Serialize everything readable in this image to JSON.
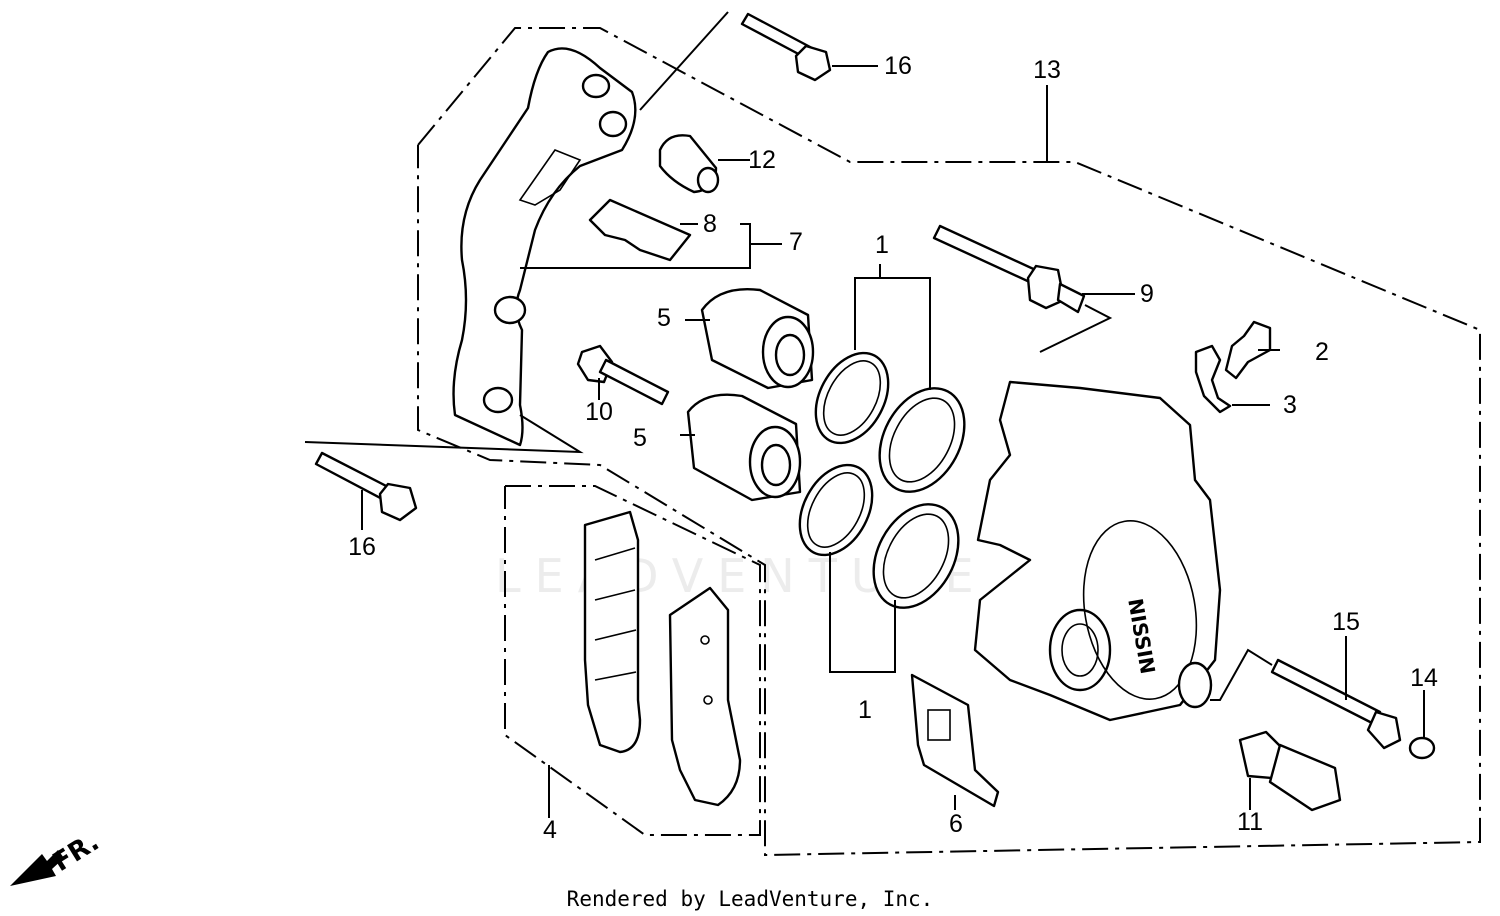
{
  "footer": "Rendered by LeadVenture, Inc.",
  "watermark": "LEADVENTURE",
  "direction_label": "FR.",
  "callouts": [
    {
      "id": "1a",
      "text": "1"
    },
    {
      "id": "1b",
      "text": "1"
    },
    {
      "id": "2",
      "text": "2"
    },
    {
      "id": "3",
      "text": "3"
    },
    {
      "id": "4",
      "text": "4"
    },
    {
      "id": "5a",
      "text": "5"
    },
    {
      "id": "5b",
      "text": "5"
    },
    {
      "id": "6",
      "text": "6"
    },
    {
      "id": "7",
      "text": "7"
    },
    {
      "id": "8",
      "text": "8"
    },
    {
      "id": "9",
      "text": "9"
    },
    {
      "id": "10",
      "text": "10"
    },
    {
      "id": "11",
      "text": "11"
    },
    {
      "id": "12",
      "text": "12"
    },
    {
      "id": "13",
      "text": "13"
    },
    {
      "id": "14",
      "text": "14"
    },
    {
      "id": "15",
      "text": "15"
    },
    {
      "id": "16a",
      "text": "16"
    },
    {
      "id": "16b",
      "text": "16"
    }
  ]
}
